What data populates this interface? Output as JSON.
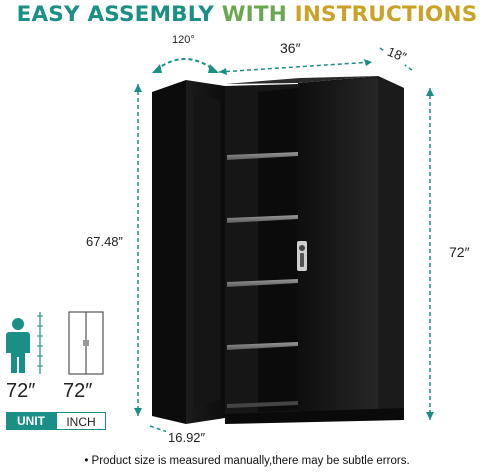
{
  "headline": {
    "word1": "EASY ASSEMBLY",
    "word2": "WITH",
    "word3": "INSTRUCTIONS"
  },
  "dimensions": {
    "door_angle": "120°",
    "width": "36″",
    "depth": "18″",
    "height": "72″",
    "inner_height": "67.48”",
    "door_width": "16.92″"
  },
  "scale": {
    "person_height": "72″",
    "cabinet_height": "72″",
    "unit_label": "UNIT",
    "inch_label": "INCH"
  },
  "footnote": "• Product size is measured manually,there may be subtle errors.",
  "colors": {
    "teal": "#1a8f86",
    "green": "#6aa84f",
    "gold": "#c9a227",
    "cabinet": "#141414"
  }
}
